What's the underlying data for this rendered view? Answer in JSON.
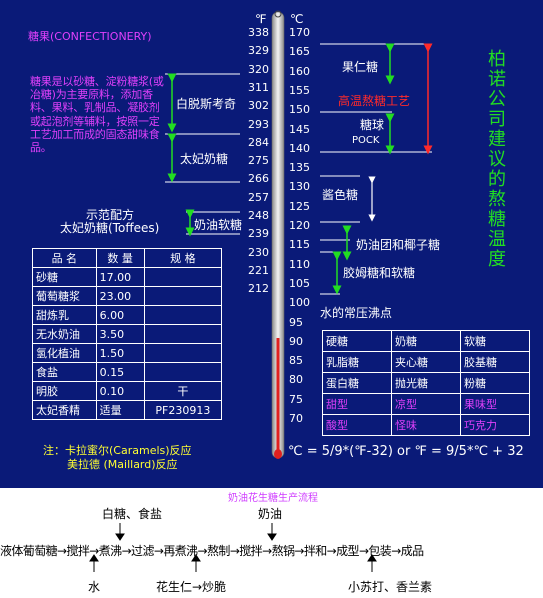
{
  "title": "糖果(CONFECTIONERY)",
  "description": "糖果是以砂糖、淀粉糖浆(或冶糖)为主要原料，添加香料、果料、乳制品、凝胶剂或起泡剂等辅料，按照一定工艺加工而成的固态甜味食品。",
  "vertical_title": "柏诺公司建议的熬糖温度",
  "units": {
    "f": "℉",
    "c": "℃"
  },
  "f_ticks": [
    "338",
    "329",
    "320",
    "311",
    "302",
    "293",
    "284",
    "275",
    "266",
    "257",
    "248",
    "239",
    "230",
    "221",
    "212"
  ],
  "c_ticks": [
    "170",
    "165",
    "160",
    "155",
    "150",
    "145",
    "140",
    "135",
    "130",
    "125",
    "120",
    "115",
    "110",
    "105",
    "100",
    "95",
    "90",
    "85",
    "80",
    "75",
    "70"
  ],
  "left_labels": {
    "baitosi": "白脱斯考奇",
    "taifei": "太妃奶糖",
    "naiyou_ruan": "奶油软糖"
  },
  "demo": {
    "line1": "示范配方",
    "line2": "太妃奶糖(Toffees)"
  },
  "right_labels": {
    "guoren": "果仁糖",
    "gaowen": "高温熬糖工艺",
    "tangqiu": "糖球",
    "pock": "POCK",
    "jiangse": "酱色糖",
    "naiyou_tuan": "奶油团和椰子糖",
    "jiaomu": "胶姆糖和软糖",
    "boiling": "水的常压沸点"
  },
  "ingredients": {
    "headers": [
      "品 名",
      "数 量",
      "规 格"
    ],
    "rows": [
      [
        "砂糖",
        "17.00",
        ""
      ],
      [
        "葡萄糖浆",
        "23.00",
        ""
      ],
      [
        "甜炼乳",
        "6.00",
        ""
      ],
      [
        "无水奶油",
        "3.50",
        ""
      ],
      [
        "氢化植油",
        "1.50",
        ""
      ],
      [
        "食盐",
        "0.15",
        ""
      ],
      [
        "明胶",
        "0.10",
        "干"
      ],
      [
        "太妃香精",
        "适量",
        "PF230913"
      ]
    ]
  },
  "categories": {
    "rows": [
      [
        "硬糖",
        "奶糖",
        "软糖"
      ],
      [
        "乳脂糖",
        "夹心糖",
        "胶基糖"
      ],
      [
        "蛋白糖",
        "抛光糖",
        "粉糖"
      ],
      [
        "甜型",
        "凉型",
        "果味型"
      ],
      [
        "酸型",
        "怪味",
        "巧克力"
      ]
    ]
  },
  "note": {
    "line1": "注：卡拉蜜尔(Caramels)反应",
    "line2": "美拉德 (Maillard)反应"
  },
  "formula": "℃ = 5/9*(℉-32)  or  ℉ = 9/5*℃ + 32",
  "flow": {
    "title": "奶油花生糖生产流程",
    "above1": "白糖、食盐",
    "above2": "奶油",
    "steps": [
      "液体葡萄糖",
      "搅拌",
      "煮沸",
      "过滤",
      "再煮沸",
      "熬制",
      "搅拌",
      "熬锅",
      "拌和",
      "成型",
      "包装",
      "成品"
    ],
    "below1": "水",
    "below2": "花生仁→炒脆",
    "below3": "小苏打、香兰素"
  },
  "colors": {
    "background": "#0a1a78",
    "magenta": "#e040fb",
    "green": "#22dd22",
    "red": "#ff2a2a",
    "yellow": "#ffff33"
  }
}
